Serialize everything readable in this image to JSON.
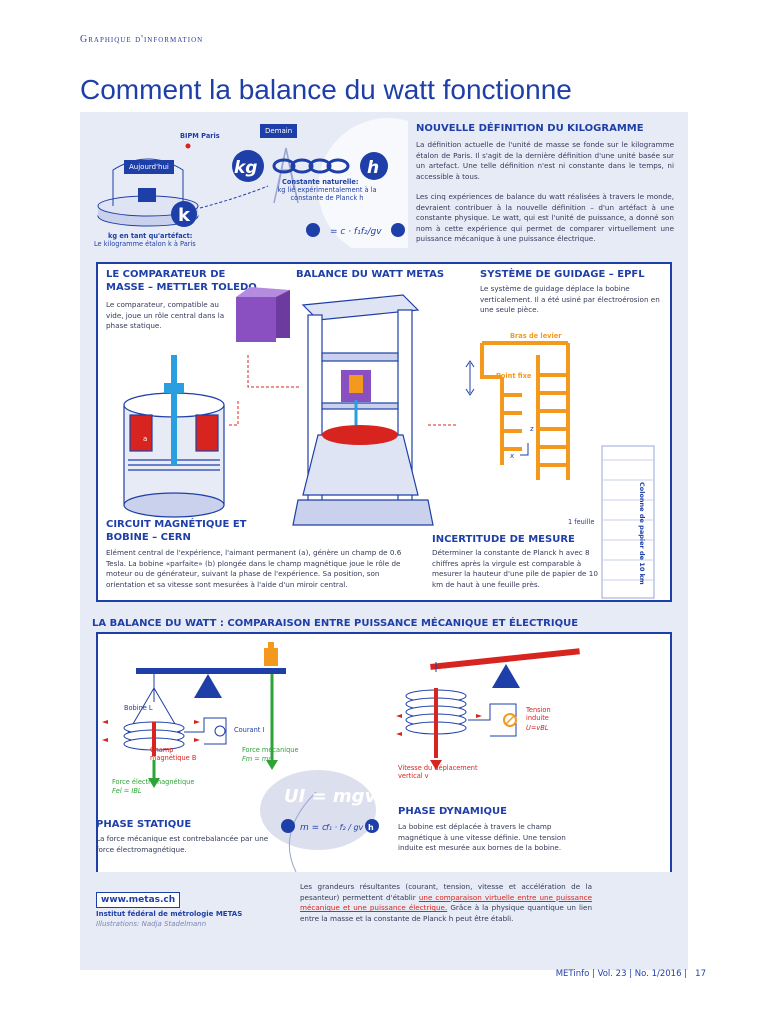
{
  "header": {
    "kicker": "Graphique d'information",
    "title": "Comment la balance du watt fonctionne"
  },
  "intro": {
    "bipm": "BIPM Paris",
    "demain": "Demain",
    "aujourdhui": "Aujourd'hui",
    "constante_title": "Constante naturelle:",
    "constante_text": "kg lié expérimentalement à la constante de Planck h",
    "artefact_title": "kg en tant qu'artéfact:",
    "artefact_text": "Le kilogramme étalon k à Paris",
    "kg": "kg",
    "h": "h",
    "k": "k"
  },
  "definition": {
    "heading": "NOUVELLE DÉFINITION DU KILOGRAMME",
    "p1": "La définition actuelle de l'unité de masse se fonde sur le kilogramme étalon de Paris. Il s'agit de la dernière définition d'une unité basée sur un artefact. Une telle définition n'est ni constante dans le temps, ni accessible à tous.",
    "p2": "Les cinq expériences de balance du watt réalisées à travers le monde, devraient contribuer à la nouvelle définition – d'un artéfact à une constante physique. Le watt, qui est l'unité de puissance, a donné son nom à cette expérience qui permet de comparer virtuellement une puissance mécanique à une puissance électrique."
  },
  "comparateur": {
    "heading": "LE COMPARATEUR DE MASSE – METTLER TOLEDO",
    "text": "Le comparateur, compatible au vide, joue un rôle central dans la phase statique."
  },
  "balance_metas": {
    "heading": "BALANCE DU WATT METAS"
  },
  "guidage": {
    "heading": "SYSTÈME DE GUIDAGE – EPFL",
    "text": "Le système de guidage déplace la bobine verticalement. Il a été usiné par électroérosion en une seule pièce.",
    "bras": "Bras de levier",
    "point": "Point fixe",
    "z": "z",
    "x": "x"
  },
  "circuit": {
    "heading": "CIRCUIT MAGNÉTIQUE ET BOBINE – CERN",
    "text": "Elément central de l'expérience, l'aimant permanent (a), génère un champ de 0.6 Tesla. La bobine «parfaite» (b) plongée dans le champ magnétique joue le rôle de moteur ou de générateur, suivant la phase de l'expérience. Sa position, son orientation et sa vitesse sont mesurées à l'aide d'un miroir central.",
    "a": "a"
  },
  "incertitude": {
    "heading": "INCERTITUDE DE MESURE",
    "text": "Déterminer la constante de Planck h avec 8 chiffres après la virgule est comparable à mesurer la hauteur d'une pile de papier de 10 km de haut à une feuille près.",
    "feuille": "1 feuille",
    "colonne": "Colonne de papier de 10 km"
  },
  "comparaison": {
    "heading": "LA BALANCE DU WATT : COMPARAISON ENTRE PUISSANCE MÉCANIQUE ET ÉLECTRIQUE",
    "bobine": "Bobine L",
    "courant": "Courant I",
    "champ": "Champ magnétique B",
    "force_meca": "Force mécanique",
    "fm": "Fm = mg",
    "force_el": "Force électromagnétique",
    "fel": "Fel = IBL",
    "tension": "Tension induite",
    "u": "U=vBL",
    "vitesse": "Vitesse du déplacement vertical v",
    "formula": "UI = mgv",
    "m_eq": "m = c",
    "fraction": "f₁ · f₂ / gv",
    "h": "h"
  },
  "statique": {
    "heading": "PHASE STATIQUE",
    "text": "La force mécanique est contrebalancée par une force électromagnétique."
  },
  "dynamique": {
    "heading": "PHASE DYNAMIQUE",
    "text": "La bobine est déplacée à travers le champ magnétique à une vitesse définie. Une tension induite est mesurée aux bornes de la bobine."
  },
  "resultat": {
    "a": "Les grandeurs résultantes (courant, tension, vitesse et accélération de la pesanteur) permettent d'établir ",
    "b": "une comparaison virtuelle entre une puissance mécanique et une puissance électrique.",
    "c": " Grâce à la physique quantique un lien entre la masse et la constante de Planck h peut être établi."
  },
  "credits": {
    "url": "www.metas.ch",
    "institut": "Institut fédéral de métrologie METAS",
    "illus": "Illustrations: Nadja Stadelmann"
  },
  "footer": {
    "pub": "METinfo | Vol. 23 | No. 1/2016 |",
    "page": "17"
  },
  "colors": {
    "primary": "#1f3fa8",
    "red": "#d8241f",
    "orange": "#f39a1e",
    "purple": "#8a4fc0",
    "green": "#2ea437",
    "panel": "#e7ebf6"
  }
}
